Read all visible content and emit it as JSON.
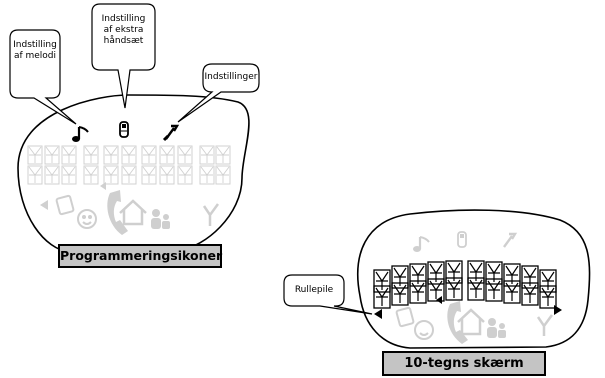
{
  "left_display": {
    "callouts": {
      "melody": [
        "Indstilling",
        "af melodi"
      ],
      "handset": [
        "Indstilling",
        "af ekstra",
        "håndsæt"
      ],
      "settings": [
        "Indstillinger"
      ]
    },
    "caption": "Programmeringsikoner",
    "segment_chars": "M",
    "icons": [
      "music-note-icon",
      "handset-icon",
      "wrench-icon",
      "notepad-icon",
      "smiley-icon",
      "phone-handset-icon",
      "home-icon",
      "people-icon",
      "antenna-icon"
    ]
  },
  "right_display": {
    "callouts": {
      "scroll_arrows": [
        "Rullepile"
      ]
    },
    "caption": "10-tegns skærm",
    "segment_chars": "M",
    "icons": [
      "music-note-icon",
      "handset-icon",
      "wrench-icon",
      "notepad-icon",
      "smiley-icon",
      "phone-handset-icon",
      "home-icon",
      "people-icon",
      "antenna-icon",
      "scroll-left-arrow-icon",
      "scroll-right-arrow-icon"
    ]
  }
}
